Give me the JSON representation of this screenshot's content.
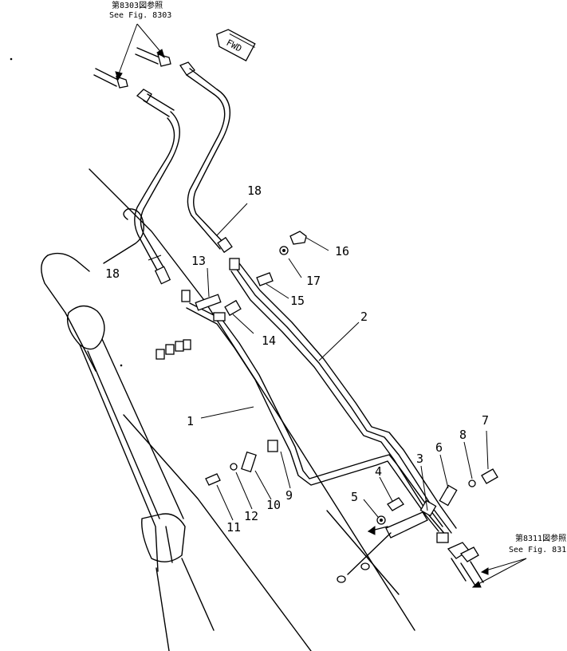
{
  "references": {
    "top": {
      "line1": "第8303図参照",
      "line2": "See Fig. 8303"
    },
    "bottom_right": {
      "line1": "第8311図参照",
      "line2": "See Fig. 8311"
    }
  },
  "fwd_label": "FWD",
  "callouts": {
    "p1": "1",
    "p2": "2",
    "p3": "3",
    "p4": "4",
    "p5": "5",
    "p6": "6",
    "p7": "7",
    "p8": "8",
    "p9": "9",
    "p10": "10",
    "p11": "11",
    "p12": "12",
    "p13": "13",
    "p14": "14",
    "p15": "15",
    "p16": "16",
    "p17": "17",
    "p18a": "18",
    "p18b": "18"
  }
}
